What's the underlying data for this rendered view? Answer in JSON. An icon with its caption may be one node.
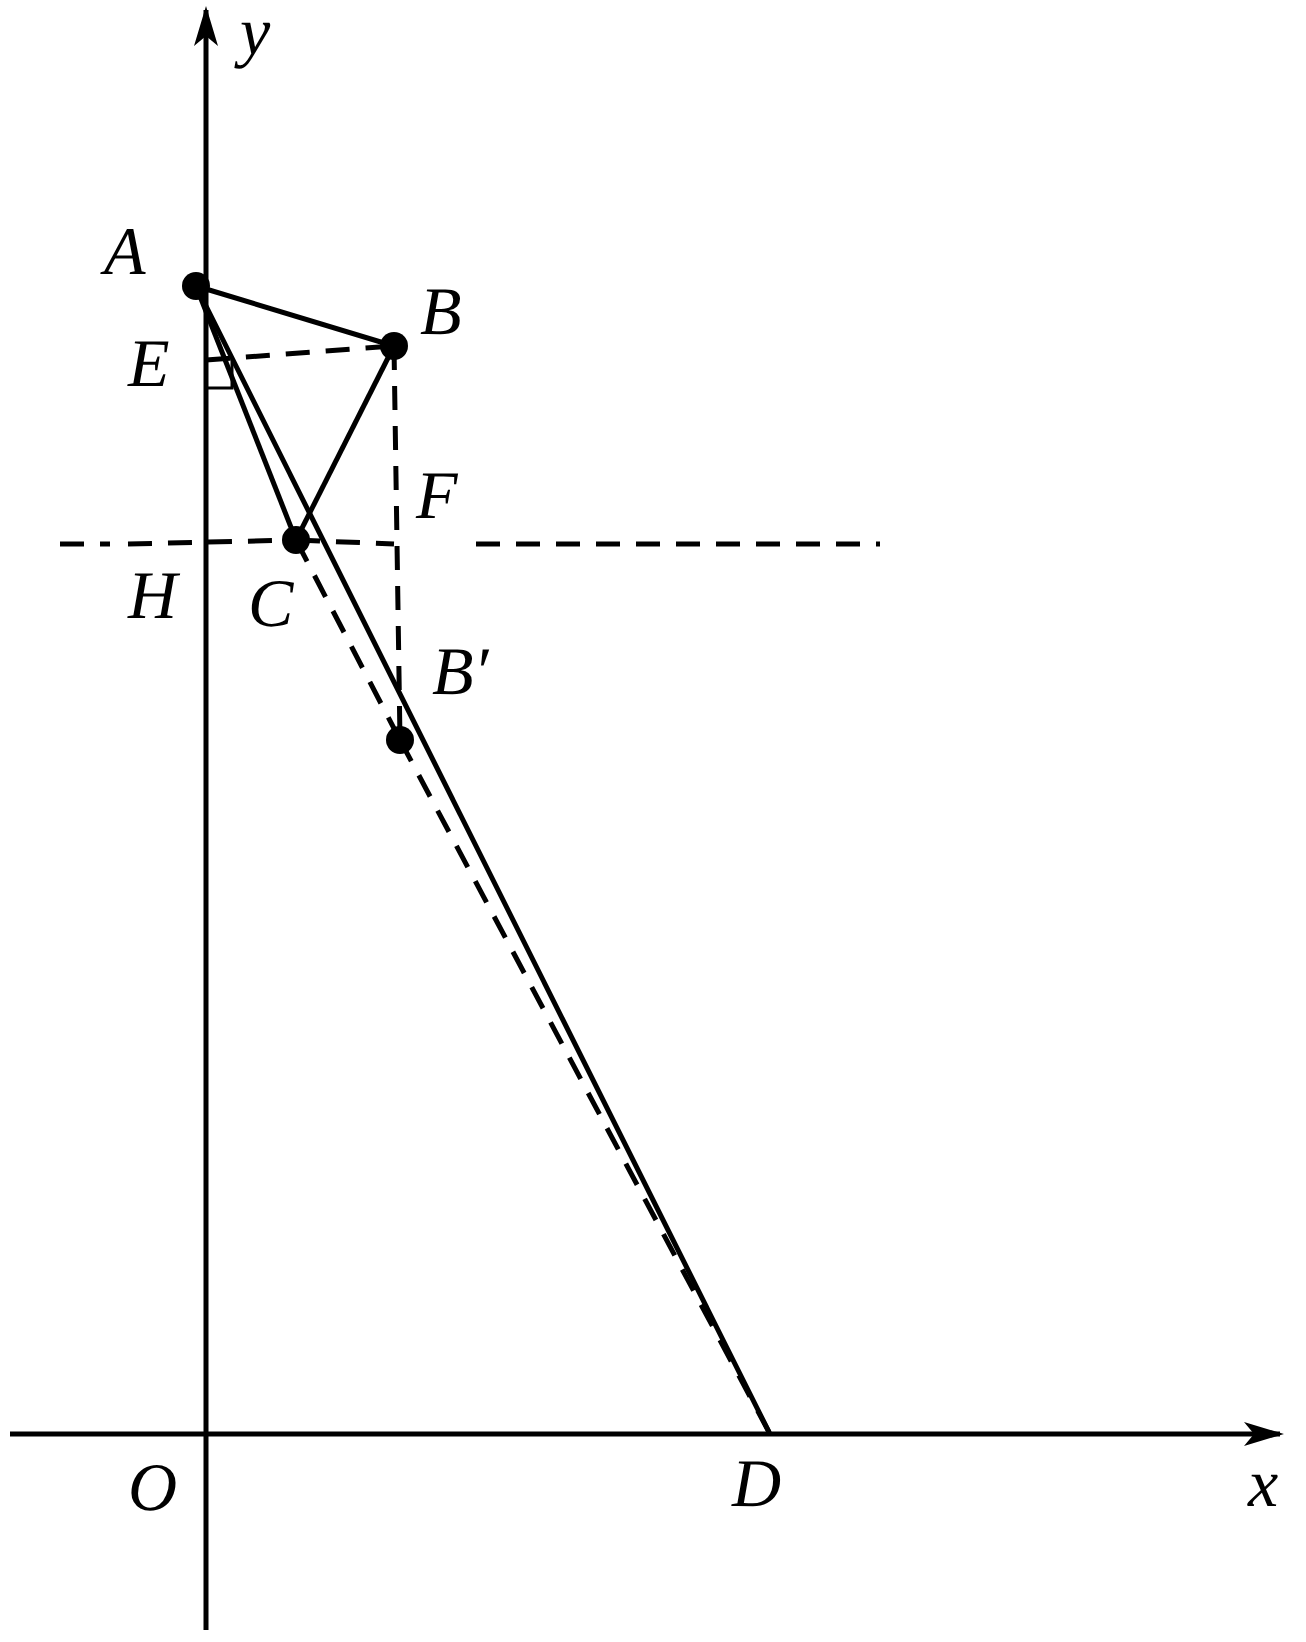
{
  "diagram": {
    "nodes": [
      {
        "text": [
          "A"
        ]
      },
      {
        "text": [
          "B"
        ]
      },
      {
        "text": [
          "C"
        ]
      },
      {
        "text": [
          "D"
        ]
      },
      {
        "text": [
          "E"
        ]
      },
      {
        "text": [
          "F"
        ]
      },
      {
        "text": [
          "H"
        ]
      },
      {
        "text": [
          "B′"
        ]
      }
    ],
    "edges": [
      {
        "from": 0,
        "to": 1,
        "arrow": "none"
      },
      {
        "from": 1,
        "to": 2,
        "arrow": "none"
      },
      {
        "from": 0,
        "to": 2,
        "arrow": "none"
      },
      {
        "from": 0,
        "to": 3,
        "arrow": "none"
      },
      {
        "from": 2,
        "to": 7,
        "arrow": "none",
        "style": "dashed"
      },
      {
        "from": 7,
        "to": 3,
        "arrow": "none",
        "style": "dashed"
      },
      {
        "from": 4,
        "to": 1,
        "arrow": "none",
        "style": "dashed"
      },
      {
        "from": 1,
        "to": 7,
        "arrow": "none",
        "style": "dashed"
      },
      {
        "from": 6,
        "to": 2,
        "arrow": "none",
        "style": "dashed"
      },
      {
        "from": 2,
        "to": 5,
        "arrow": "none",
        "style": "dashed"
      }
    ],
    "labels": [
      "y",
      "O",
      "x"
    ]
  }
}
